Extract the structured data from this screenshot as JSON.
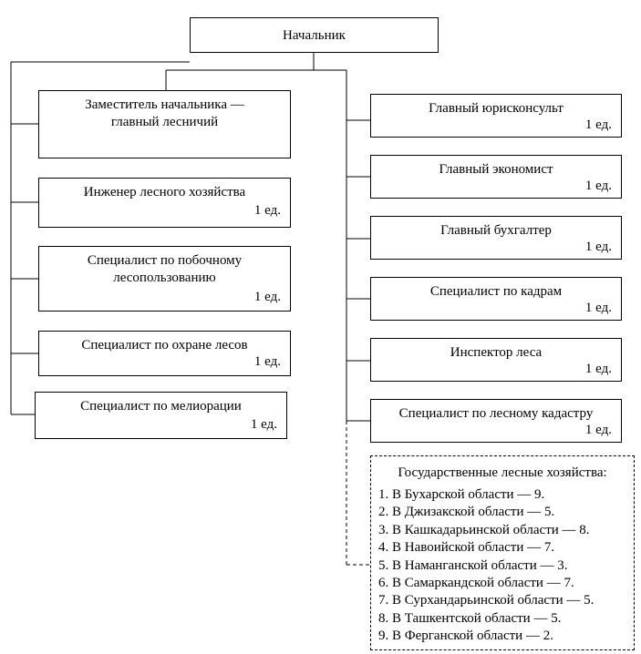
{
  "head": "Начальник",
  "deputy": "Заместитель начальника —\nглавный лесничий",
  "left": [
    {
      "title": "Инженер лесного хозяйства",
      "units": "1 ед."
    },
    {
      "title": "Специалист по побочному\nлесопользованию",
      "units": "1 ед."
    },
    {
      "title": "Специалист по охране лесов",
      "units": "1 ед."
    },
    {
      "title": "Специалист по мелиорации",
      "units": "1 ед."
    }
  ],
  "right": [
    {
      "title": "Главный юрисконсульт",
      "units": "1 ед."
    },
    {
      "title": "Главный экономист",
      "units": "1 ед."
    },
    {
      "title": "Главный бухгалтер",
      "units": "1 ед."
    },
    {
      "title": "Специалист по кадрам",
      "units": "1 ед."
    },
    {
      "title": "Инспектор леса",
      "units": "1 ед."
    },
    {
      "title": "Специалист по лесному кадастру",
      "units": "1 ед."
    }
  ],
  "enterprises": {
    "header": "Государственные лесные хозяйства:",
    "items": [
      "1. В Бухарской области — 9.",
      "2. В Джизакской области — 5.",
      "3. В Кашкадарьинской области — 8.",
      "4. В Навоийской области — 7.",
      "5. В Наманганской области — 3.",
      "6. В Самаркандской области — 7.",
      "7. В Сурхандарьинской области — 5.",
      "8. В Ташкентской области — 5.",
      "9. В Ферганской области — 2."
    ]
  }
}
